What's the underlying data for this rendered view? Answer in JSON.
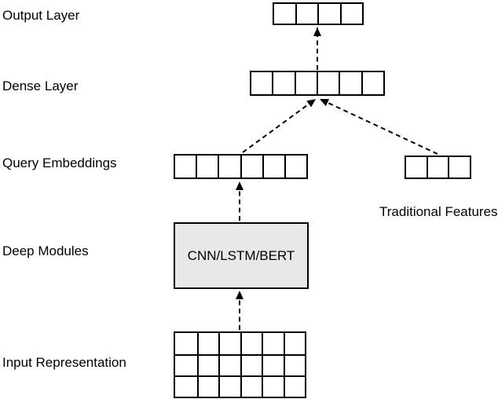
{
  "diagram": {
    "background": "#ffffff",
    "stroke_color": "#000000",
    "row_labels": {
      "output": "Output Layer",
      "dense": "Dense Layer",
      "query": "Query Embeddings",
      "deep": "Deep Modules",
      "input": "Input Representation"
    },
    "traditional_label": "Traditional Features",
    "deep_module": {
      "text": "CNN/LSTM/BERT",
      "fill": "#e8e8e8"
    },
    "vectors": {
      "output_row": {
        "cells": 4
      },
      "dense_row": {
        "cells": 6
      },
      "query_row": {
        "cells": 6
      },
      "traditional_row": {
        "cells": 3
      },
      "input_grid": {
        "columns": 6,
        "rows": 3
      }
    },
    "connections": [
      {
        "from": "input_grid",
        "to": "deep_module",
        "style": "dashed-arrow"
      },
      {
        "from": "deep_module",
        "to": "query_row",
        "style": "dashed-arrow"
      },
      {
        "from": "query_row",
        "to": "dense_row",
        "style": "dashed-arrow"
      },
      {
        "from": "traditional_row",
        "to": "dense_row",
        "style": "dashed-arrow"
      },
      {
        "from": "dense_row",
        "to": "output_row",
        "style": "dashed-arrow"
      }
    ]
  }
}
